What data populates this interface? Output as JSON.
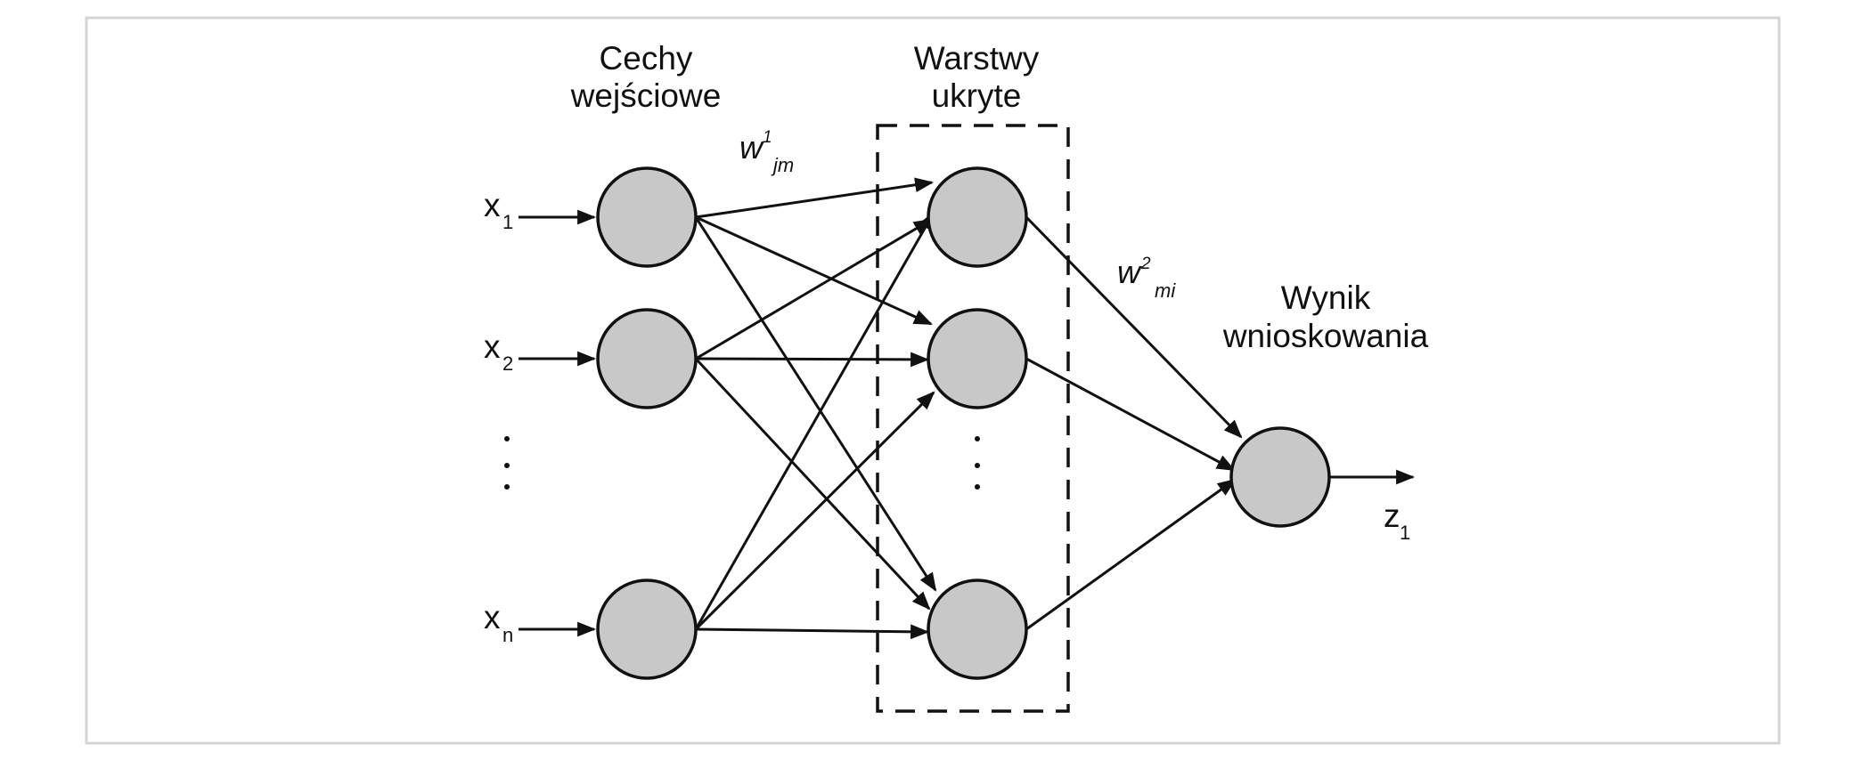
{
  "labels": {
    "input_title_line1": "Cechy",
    "input_title_line2": "wejściowe",
    "hidden_title_line1": "Warstwy",
    "hidden_title_line2": "ukryte",
    "output_title_line1": "Wynik",
    "output_title_line2": "wnioskowania"
  },
  "inputs": [
    {
      "var": "x",
      "sub": "1"
    },
    {
      "var": "x",
      "sub": "2"
    },
    {
      "var": "x",
      "sub": "n"
    }
  ],
  "output": {
    "var": "z",
    "sub": "1"
  },
  "weights": {
    "w1": {
      "base": "w",
      "sup": "1",
      "sub": "jm"
    },
    "w2": {
      "base": "w",
      "sup": "2",
      "sub": "mi"
    }
  },
  "ellipsis": "⋮",
  "colors": {
    "node_fill": "#c8c8c8",
    "stroke": "#111111",
    "frame": "#d4d4d4"
  }
}
